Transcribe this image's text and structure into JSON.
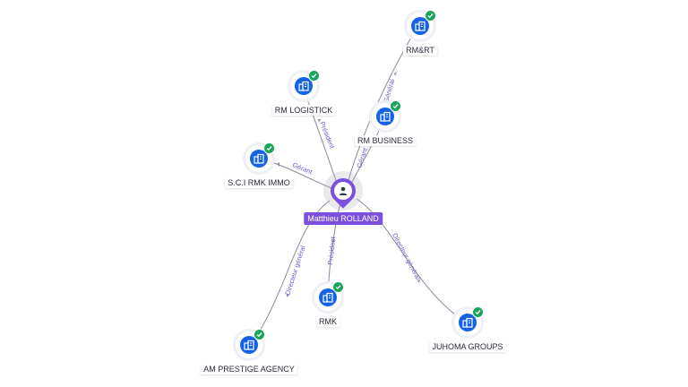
{
  "colors": {
    "person": "#7b4fe0",
    "company": "#1463e6",
    "verified": "#19a55a",
    "edge_label": "#6a5fc7"
  },
  "person": {
    "name": "Matthieu ROLLAND",
    "icon": "user-icon"
  },
  "companies": [
    {
      "id": "rmrt",
      "name": "RM&RT",
      "icon": "company-building-icon",
      "verified": true
    },
    {
      "id": "rm-logistick",
      "name": "RM LOGISTICK",
      "icon": "company-building-icon",
      "verified": true
    },
    {
      "id": "rm-business",
      "name": "RM BUSINESS",
      "icon": "company-building-icon",
      "verified": true
    },
    {
      "id": "sci-rmk-immo",
      "name": "S.C.I RMK IMMO",
      "icon": "company-building-icon",
      "verified": true
    },
    {
      "id": "rmk",
      "name": "RMK",
      "icon": "company-building-icon",
      "verified": true
    },
    {
      "id": "juhoma-groups",
      "name": "JUHOMA GROUPS",
      "icon": "company-building-icon",
      "verified": true
    },
    {
      "id": "am-prestige-agency",
      "name": "AM PRESTIGE AGENCY",
      "icon": "company-building-icon",
      "verified": true
    }
  ],
  "edges": [
    {
      "id": "rmrt",
      "label": "Général"
    },
    {
      "id": "rm-logistick",
      "label": "Président"
    },
    {
      "id": "rm-business",
      "label": "Gérant"
    },
    {
      "id": "sci-rmk-immo",
      "label": "Gérant"
    },
    {
      "id": "rmk",
      "label": "Président"
    },
    {
      "id": "juhoma-groups",
      "label": "Directeur général"
    },
    {
      "id": "am-prestige-agency",
      "label": "Directeur général"
    }
  ]
}
